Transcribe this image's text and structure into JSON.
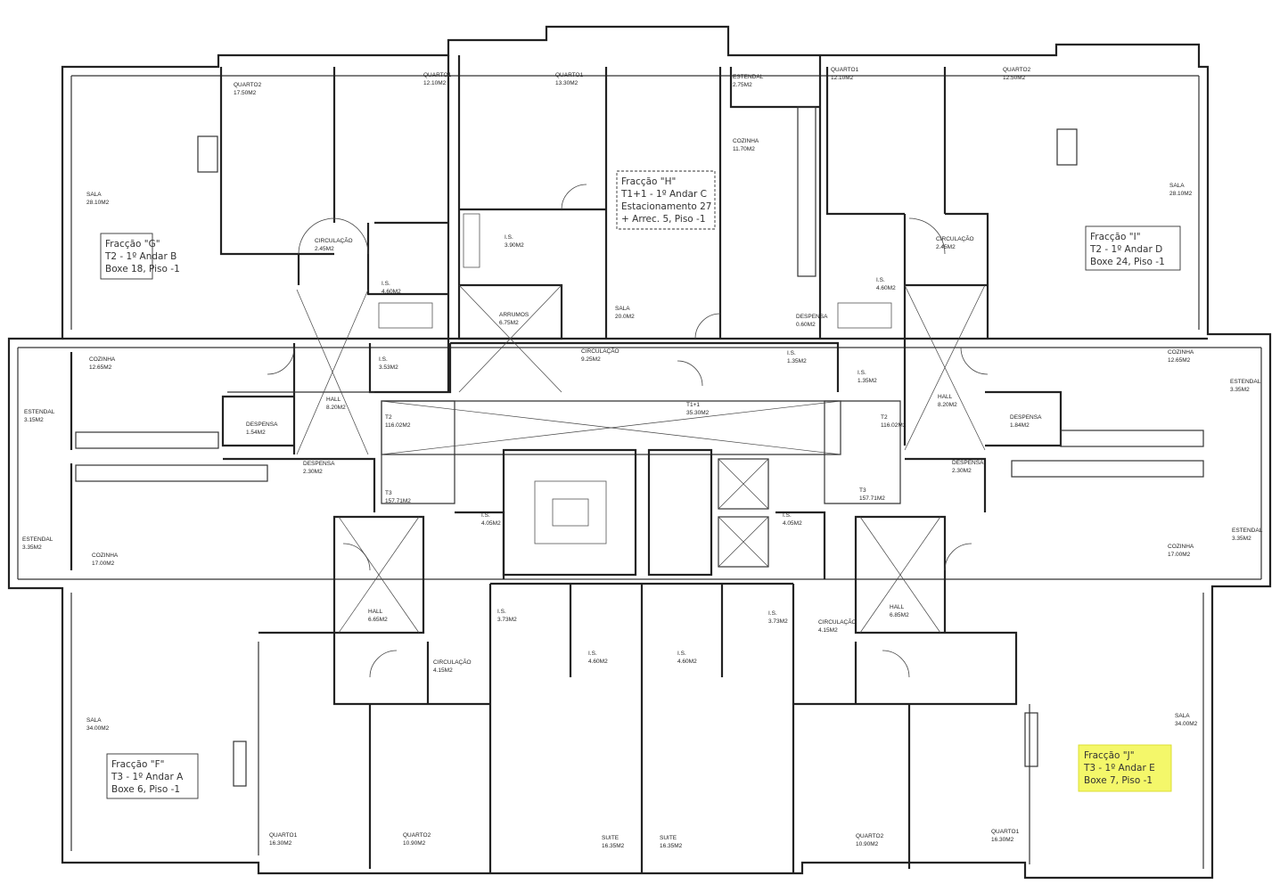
{
  "units": {
    "G": {
      "title": "Fracção \"G\"",
      "line2": "T2 - 1º Andar B",
      "line3": "Boxe 18, Piso -1"
    },
    "H": {
      "title": "Fracção \"H\"",
      "line2": "T1+1 - 1º Andar C",
      "line3": "Estacionamento 27",
      "line4": "+ Arrec. 5, Piso -1"
    },
    "I": {
      "title": "Fracção \"I\"",
      "line2": "T2 - 1º Andar D",
      "line3": "Boxe 24, Piso -1"
    },
    "F": {
      "title": "Fracção \"F\"",
      "line2": "T3 - 1º Andar A",
      "line3": "Boxe 6, Piso -1"
    },
    "J": {
      "title": "Fracção \"J\"",
      "line2": "T3 - 1º Andar E",
      "line3": "Boxe 7, Piso -1"
    }
  },
  "highlight_color": "#f4f76a",
  "rooms": [
    {
      "name": "QUARTO2",
      "area": "17.50M2"
    },
    {
      "name": "QUARTO1",
      "area": "12.10M2"
    },
    {
      "name": "SALA",
      "area": "28.10M2"
    },
    {
      "name": "CIRCULAÇÃO",
      "area": "2.45M2"
    },
    {
      "name": "I.S.",
      "area": "4.60M2"
    },
    {
      "name": "QUARTO1",
      "area": "13.30M2"
    },
    {
      "name": "I.S.",
      "area": "3.90M2"
    },
    {
      "name": "ARRUMOS",
      "area": "6.75M2"
    },
    {
      "name": "SALA",
      "area": "20.0M2"
    },
    {
      "name": "CIRCULAÇÃO",
      "area": "9.25M2"
    },
    {
      "name": "ESTENDAL",
      "area": "2.75M2"
    },
    {
      "name": "COZINHA",
      "area": "11.70M2"
    },
    {
      "name": "DESPENSA",
      "area": "0.60M2"
    },
    {
      "name": "I.S.",
      "area": "1.35M2"
    },
    {
      "name": "T1+1",
      "area": "35.30M2"
    },
    {
      "name": "QUARTO1",
      "area": "12.10M2"
    },
    {
      "name": "QUARTO2",
      "area": "12.50M2"
    },
    {
      "name": "SALA",
      "area": "28.10M2"
    },
    {
      "name": "CIRCULAÇÃO",
      "area": "2.45M2"
    },
    {
      "name": "I.S.",
      "area": "4.60M2"
    },
    {
      "name": "I.S.",
      "area": "1.35M2"
    },
    {
      "name": "HALL",
      "area": "8.20M2"
    },
    {
      "name": "COZINHA",
      "area": "12.65M2"
    },
    {
      "name": "ESTENDAL",
      "area": "3.35M2"
    },
    {
      "name": "DESPENSA",
      "area": "1.84M2"
    },
    {
      "name": "DESPENSA",
      "area": "2.30M2"
    },
    {
      "name": "T2",
      "area": "116.02M2"
    },
    {
      "name": "T3",
      "area": "157.71M2"
    },
    {
      "name": "I.S.",
      "area": "4.05M2"
    },
    {
      "name": "ESTENDAL",
      "area": "3.35M2"
    },
    {
      "name": "COZINHA",
      "area": "17.00M2"
    },
    {
      "name": "HALL",
      "area": "6.85M2"
    },
    {
      "name": "CIRCULAÇÃO",
      "area": "4.15M2"
    },
    {
      "name": "I.S.",
      "area": "3.73M2"
    },
    {
      "name": "I.S.",
      "area": "4.60M2"
    },
    {
      "name": "SUITE",
      "area": "16.35M2"
    },
    {
      "name": "QUARTO2",
      "area": "10.90M2"
    },
    {
      "name": "QUARTO1",
      "area": "16.30M2"
    },
    {
      "name": "SALA",
      "area": "34.00M2"
    },
    {
      "name": "COZINHA",
      "area": "12.65M2"
    },
    {
      "name": "ESTENDAL",
      "area": "3.15M2"
    },
    {
      "name": "DESPENSA",
      "area": "1.54M2"
    },
    {
      "name": "HALL",
      "area": "8.20M2"
    },
    {
      "name": "DESPENSA",
      "area": "2.30M2"
    },
    {
      "name": "T2",
      "area": "116.02M2"
    },
    {
      "name": "T3",
      "area": "157.71M2"
    },
    {
      "name": "I.S.",
      "area": "3.53M2"
    },
    {
      "name": "I.S.",
      "area": "4.05M2"
    },
    {
      "name": "ESTENDAL",
      "area": "3.35M2"
    },
    {
      "name": "COZINHA",
      "area": "17.00M2"
    },
    {
      "name": "HALL",
      "area": "6.65M2"
    },
    {
      "name": "I.S.",
      "area": "3.73M2"
    },
    {
      "name": "CIRCULAÇÃO",
      "area": "4.15M2"
    },
    {
      "name": "I.S.",
      "area": "4.60M2"
    },
    {
      "name": "SALA",
      "area": "34.00M2"
    },
    {
      "name": "QUARTO1",
      "area": "16.30M2"
    },
    {
      "name": "QUARTO2",
      "area": "10.90M2"
    },
    {
      "name": "SUITE",
      "area": "16.35M2"
    }
  ]
}
